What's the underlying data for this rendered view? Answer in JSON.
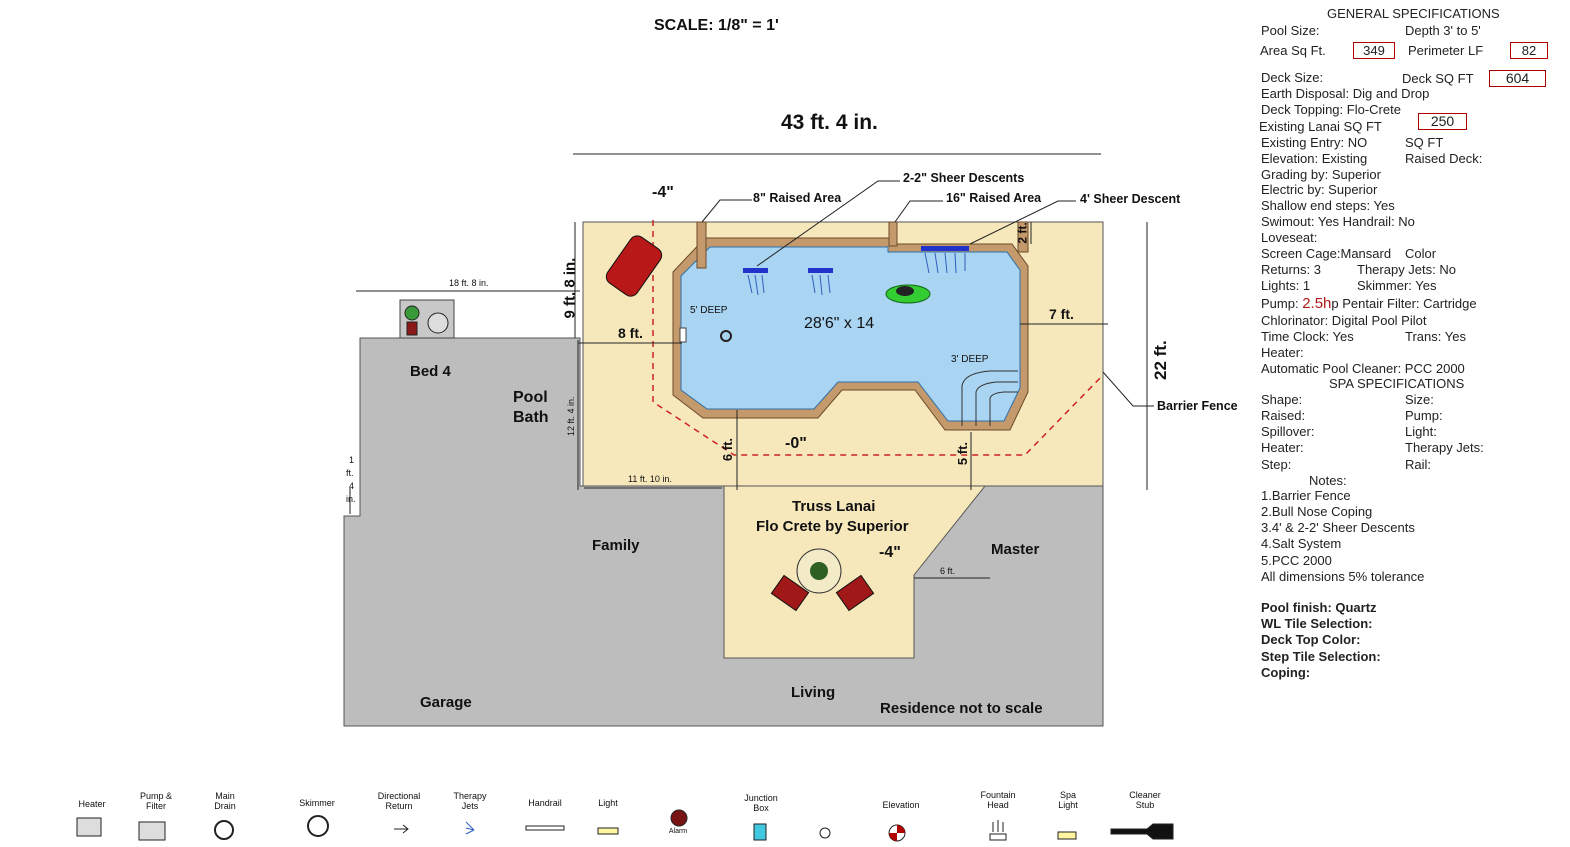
{
  "scale_label": "SCALE:   1/8\" = 1'",
  "dimensions": {
    "top_width": "43 ft. 4 in.",
    "left_height": "9 ft. 8 in.",
    "right_height": "22 ft.",
    "equip_width": "18 ft. 8 in.",
    "left_deck": "8 ft.",
    "right_deck": "7 ft.",
    "top_right": "2 ft.",
    "bottom_left": "6 ft.",
    "bottom_right": "5 ft.",
    "lower_deck": "11 ft. 10 in.",
    "left_side": "12 ft. 4 in.",
    "small_left_1": "1",
    "small_left_2": "ft.",
    "small_left_3": "4",
    "small_left_4": "in.",
    "lanai_6ft": "6 ft.",
    "minus4_top": "-4\"",
    "minus0": "-0\"",
    "minus4_lanai": "-4\""
  },
  "pool": {
    "size": "28'6\" x 14",
    "deep_left": "5' DEEP",
    "deep_right": "3' DEEP"
  },
  "annotations": {
    "raised8": "8\" Raised Area",
    "sheer22": "2-2\" Sheer Descents",
    "raised16": "16\" Raised Area",
    "sheer4": "4' Sheer Descent",
    "barrier": "Barrier Fence"
  },
  "rooms": {
    "bed4": "Bed 4",
    "pool": "Pool",
    "bath": "Bath",
    "family": "Family",
    "master": "Master",
    "garage": "Garage",
    "living": "Living",
    "not_scale": "Residence not to scale",
    "lanai1": "Truss Lanai",
    "lanai2": "Flo Crete by Superior"
  },
  "specs": {
    "title": "GENERAL SPECIFICATIONS",
    "pool_size": "Pool Size:",
    "depth": "Depth 3' to 5'",
    "area_label": "Area Sq Ft.",
    "area_value": "349",
    "perimeter_label": "Perimeter  LF",
    "perimeter_value": "82",
    "deck_size": "Deck Size:",
    "deck_sqft_label": "Deck SQ FT",
    "deck_sqft_value": "604",
    "earth": "Earth Disposal:  Dig and Drop",
    "topping": "Deck Topping: Flo-Crete",
    "lanai_label": "Existing Lanai SQ FT",
    "lanai_value": "250",
    "entry": "Existing Entry: NO",
    "entry_sqft": "SQ FT",
    "elevation": "Elevation: Existing",
    "raised_deck": "Raised Deck:",
    "grading": "Grading by: Superior",
    "electric": "Electric by: Superior",
    "shallow": "Shallow end steps: Yes",
    "swimout": "Swimout:  Yes     Handrail: No",
    "loveseat": "Loveseat:",
    "screen": "Screen Cage:Mansard",
    "color": "Color",
    "returns": "Returns: 3",
    "therapy": "Therapy Jets: No",
    "lights": "Lights: 1",
    "skimmer": "Skimmer: Yes",
    "pump_a": "Pump: ",
    "pump_b": "2.5h",
    "pump_c": "p Pentair Filter: Cartridge",
    "chlorinator": "Chlorinator: Digital Pool Pilot",
    "timeclock": "Time Clock: Yes",
    "trans": "Trans: Yes",
    "heater": "Heater:",
    "cleaner": "Automatic Pool Cleaner: PCC 2000",
    "spa_title": "SPA SPECIFICATIONS",
    "shape": "Shape:",
    "size": "Size:",
    "raised": "Raised:",
    "pump": "Pump:",
    "spillover": "Spillover:",
    "light": "Light:",
    "spa_heater": "Heater:",
    "spa_therapy": "Therapy Jets:",
    "step": "Step:",
    "rail": "Rail:",
    "notes_title": "Notes:",
    "note1": "1.Barrier Fence",
    "note2": "2.Bull Nose Coping",
    "note3": "3.4' & 2-2' Sheer Descents",
    "note4": "4.Salt System",
    "note5": "5.PCC 2000",
    "note6": "All dimensions 5% tolerance",
    "finish": "Pool finish: Quartz",
    "wl_tile": "WL Tile Selection:",
    "deck_color": "Deck Top Color:",
    "step_tile": "Step Tile Selection:",
    "coping": "Coping:"
  },
  "legend": {
    "heater": "Heater",
    "pump1": "Pump &",
    "pump2": "Filter",
    "drain1": "Main",
    "drain2": "Drain",
    "skimmer": "Skimmer",
    "return1": "Directional",
    "return2": "Return",
    "jets1": "Therapy",
    "jets2": "Jets",
    "handrail": "Handrail",
    "light": "Light",
    "alarm": "Alarm",
    "junction1": "Junction",
    "junction2": "Box",
    "elevation": "Elevation",
    "fountain1": "Fountain",
    "fountain2": "Head",
    "spalight1": "Spa",
    "spalight2": "Light",
    "cleaner1": "Cleaner",
    "cleaner2": "Stub"
  },
  "colors": {
    "deck": "#f7e8bc",
    "house": "#bdbdbd",
    "water": "#a9d4f2",
    "fence": "#cc2222",
    "box_border": "#b00000"
  }
}
